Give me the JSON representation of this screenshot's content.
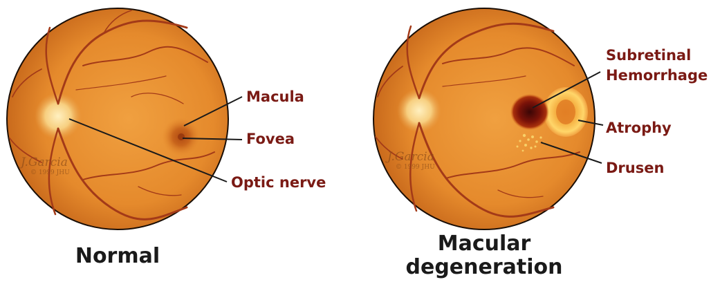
{
  "normal": {
    "caption": "Normal",
    "labels": {
      "macula": "Macula",
      "fovea": "Fovea",
      "optic_nerve": "Optic nerve"
    },
    "signature": "J.Garcia",
    "signature_sub": "© 1999 JHU"
  },
  "degenerated": {
    "caption_line1": "Macular",
    "caption_line2": "degeneration",
    "labels": {
      "subretinal_line1": "Subretinal",
      "subretinal_line2": "Hemorrhage",
      "atrophy": "Atrophy",
      "drusen": "Drusen"
    },
    "signature": "J.Garcia",
    "signature_sub": "© 1999 JHU"
  },
  "colors": {
    "retina_fill": "#e58a2c",
    "retina_edge": "#b85a14",
    "vessel": "#a33a18",
    "label_text": "#7a1a14",
    "caption_text": "#1a1a1a"
  }
}
